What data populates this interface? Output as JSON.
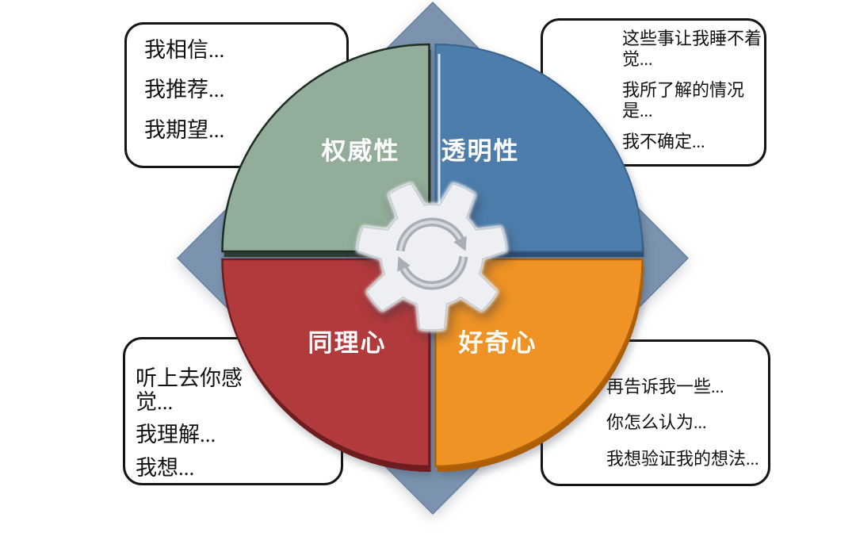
{
  "diagram": {
    "colors": {
      "background": "#ffffff",
      "diamond": "#7b93af",
      "diamond_edge": "#66809d",
      "label_text": "#ffffff",
      "box_border": "#151515",
      "box_background": "#ffffff",
      "box_text": "#111111",
      "gear_fill": "#edeff3",
      "gear_edge": "#c3c8d2",
      "arrow_color": "#a9aeb6",
      "arrow_sheen": "#d6d9de"
    },
    "center_icon": "gear-refresh-cycle",
    "quadrants": [
      {
        "id": "authority",
        "label": "权威性",
        "position": "top-left",
        "color": "#92ad9a",
        "edge": "#1f2d24",
        "shade": "#2e3d33"
      },
      {
        "id": "transparency",
        "label": "透明性",
        "position": "top-right",
        "color": "#4d7dab",
        "edge": "#39648e",
        "shade": "#2d4f73"
      },
      {
        "id": "empathy",
        "label": "同理心",
        "position": "bottom-left",
        "color": "#b13a3c",
        "edge": "#6e1d1f",
        "shade": "#6f1d1f"
      },
      {
        "id": "curiosity",
        "label": "好奇心",
        "position": "bottom-right",
        "color": "#ef9324",
        "edge": "#b06206",
        "shade": "#ad5f07"
      }
    ],
    "callouts": [
      {
        "position": "top-left",
        "lines": [
          "我相信...",
          "我推荐...",
          "我期望..."
        ]
      },
      {
        "position": "top-right",
        "lines": [
          "这些事让我睡不着觉...",
          "我所了解的情况是...",
          "我不确定..."
        ]
      },
      {
        "position": "bottom-left",
        "lines": [
          "听上去你感觉...",
          "我理解...",
          "我想..."
        ]
      },
      {
        "position": "bottom-right",
        "lines": [
          "再告诉我一些...",
          "你怎么认为...",
          "我想验证我的想法..."
        ]
      }
    ]
  }
}
